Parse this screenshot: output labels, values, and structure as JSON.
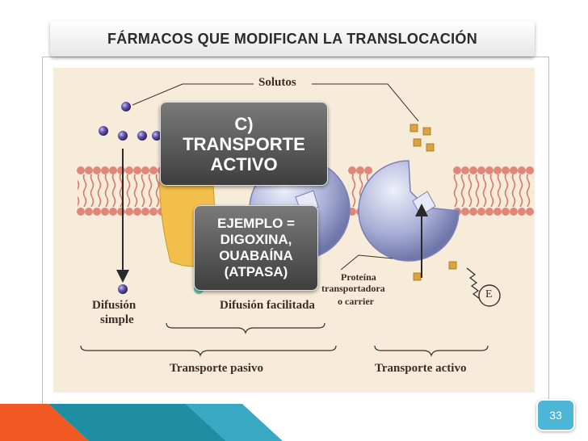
{
  "slide": {
    "title": "FÁRMACOS QUE MODIFICAN LA TRANSLOCACIÓN",
    "page_number": "33"
  },
  "figure": {
    "solutos_label": "Solutos",
    "difusion_simple_line1": "Difusión",
    "difusion_simple_line2": "simple",
    "difusion_facilitada": "Difusión facilitada",
    "proteina_line1": "Proteína",
    "proteina_line2": "transportadora",
    "proteina_line3": "o carrier",
    "energy_label": "E",
    "transporte_pasivo": "Transporte pasivo",
    "transporte_activo": "Transporte activo"
  },
  "callouts": {
    "box1_line1": "C)",
    "box1_line2": "TRANSPORTE",
    "box1_line3": "ACTIVO",
    "box2_line1": "EJEMPLO =",
    "box2_line2": "DIGOXINA,",
    "box2_line3": "OUABAÍNA",
    "box2_line4": "(ATPASA)"
  },
  "colors": {
    "membrane": "#e0877a",
    "channel": "#f2c04a",
    "carrier": "#b3b6d8",
    "solute_sphere": "#5a4aa0",
    "accent_teal": "#1f8ea3",
    "accent_orange": "#f05a22",
    "badge": "#4db6d6"
  }
}
